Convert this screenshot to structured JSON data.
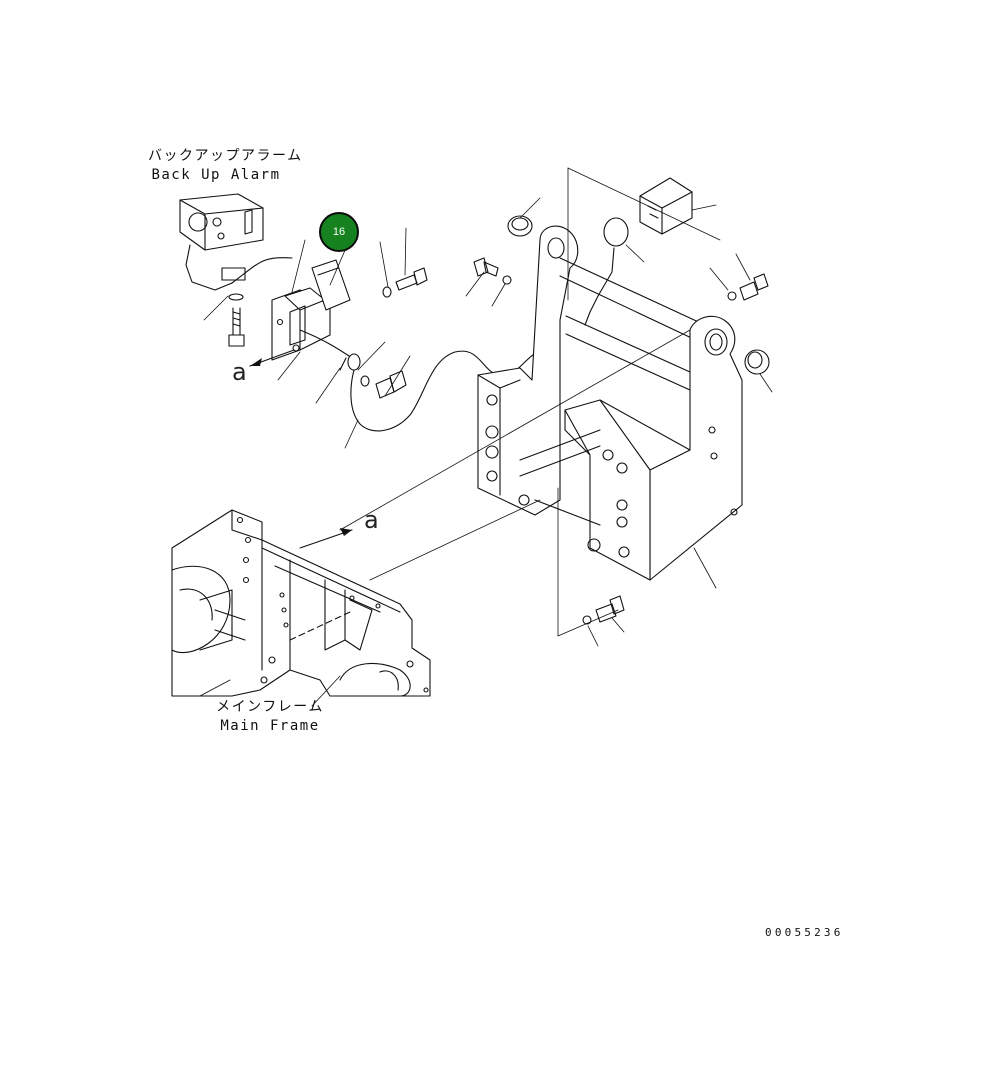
{
  "labels": {
    "backup_alarm_jp": "バックアップアラーム",
    "backup_alarm_en": "Back Up Alarm",
    "main_frame_jp": "メインフレーム",
    "main_frame_en": "Main Frame",
    "view_marker_upper": "a",
    "view_marker_lower": "a"
  },
  "callout": {
    "number": "16",
    "color": "#16821f"
  },
  "drawing_code": "00055236",
  "colors": {
    "line": "#111111",
    "background": "#ffffff"
  }
}
